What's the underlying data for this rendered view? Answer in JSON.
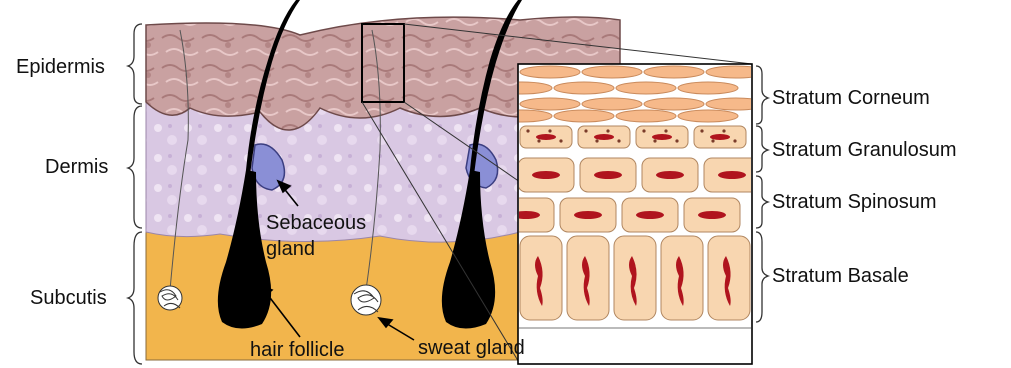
{
  "layers": {
    "epidermis": "Epidermis",
    "dermis": "Dermis",
    "subcutis": "Subcutis"
  },
  "structures": {
    "sebaceous_line1": "Sebaceous",
    "sebaceous_line2": "gland",
    "hair_follicle": "hair follicle",
    "sweat_gland": "sweat gland"
  },
  "strata": {
    "corneum": "Stratum Corneum",
    "granulosum": "Stratum Granulosum",
    "spinosum": "Stratum Spinosum",
    "basale": "Stratum Basale"
  },
  "colors": {
    "epidermis": "#c89a9a",
    "dermis": "#d8c6e2",
    "subcutis": "#f2b54c",
    "hair": "#000000",
    "gland": "#8a8fd6",
    "cell_fill": "#f8d6b0",
    "nucleus": "#b0141e",
    "corneum_cell": "#f6b98a"
  }
}
